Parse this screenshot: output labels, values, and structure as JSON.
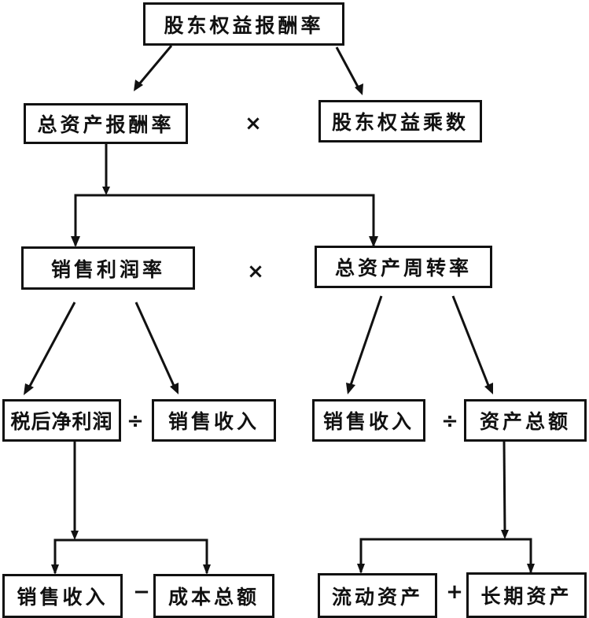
{
  "diagram": {
    "type": "DuPont analysis tree",
    "nodes": {
      "root": "股东权益报酬率",
      "total_asset_return": "总资产报酬率",
      "equity_multiplier": "股东权益乘数",
      "sales_margin": "销售利润率",
      "asset_turnover": "总资产周转率",
      "net_profit_after_tax": "税后净利润",
      "sales_revenue_a": "销售收入",
      "sales_revenue_b": "销售收入",
      "total_assets": "资产总额",
      "sales_revenue_c": "销售收入",
      "total_cost": "成本总额",
      "current_assets": "流动资产",
      "long_term_assets": "长期资产"
    },
    "operators": {
      "level2": "×",
      "level3": "×",
      "level4_left": "÷",
      "level4_right": "÷",
      "level5_left": "−",
      "level5_right": "+"
    },
    "edges": [
      {
        "from": "root",
        "to": "total_asset_return"
      },
      {
        "from": "root",
        "to": "equity_multiplier"
      },
      {
        "from": "total_asset_return",
        "to": "sales_margin"
      },
      {
        "from": "total_asset_return",
        "to": "asset_turnover"
      },
      {
        "from": "sales_margin",
        "to": "net_profit_after_tax"
      },
      {
        "from": "sales_margin",
        "to": "sales_revenue_a"
      },
      {
        "from": "asset_turnover",
        "to": "sales_revenue_b"
      },
      {
        "from": "asset_turnover",
        "to": "total_assets"
      },
      {
        "from": "net_profit_after_tax",
        "to": "sales_revenue_c"
      },
      {
        "from": "net_profit_after_tax",
        "to": "total_cost"
      },
      {
        "from": "total_assets",
        "to": "current_assets"
      },
      {
        "from": "total_assets",
        "to": "long_term_assets"
      }
    ]
  }
}
